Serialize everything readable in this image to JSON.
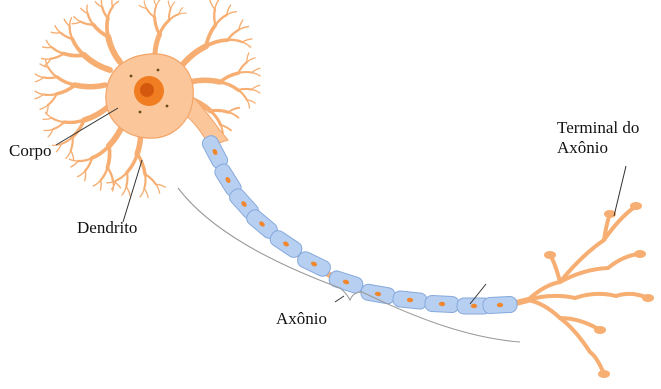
{
  "labels": {
    "corpo": "Corpo",
    "dendrito": "Dendrito",
    "axonio": "Axônio",
    "terminal_line1": "Terminal do",
    "terminal_line2": "Axônio"
  },
  "colors": {
    "soma_fill": "#fbc79a",
    "soma_edge": "#f3a468",
    "nucleus": "#f07d22",
    "nucleolus": "#d4580d",
    "dendrite": "#f7ae72",
    "myelin_fill": "#b7cff0",
    "myelin_edge": "#86a9dc",
    "myelin_nucleus": "#f0872e",
    "brace": "#9a9a9a",
    "leader": "#333333"
  },
  "icons": {
    "soma": "neuron-cell-body",
    "myelin": "myelin-sheath-segment",
    "terminal": "axon-terminal-bulb"
  }
}
